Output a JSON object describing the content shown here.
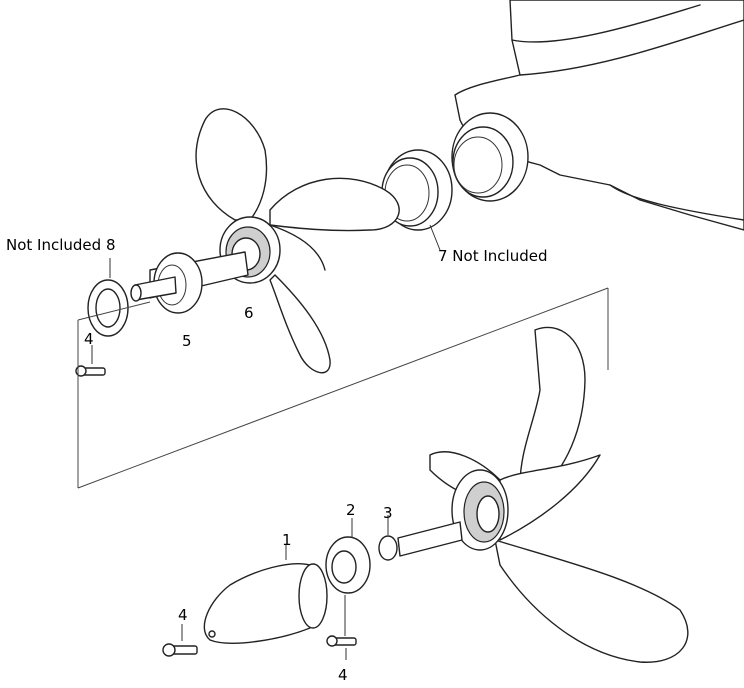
{
  "callouts": {
    "not_included_8": "Not Included 8",
    "not_included_7": "7 Not Included",
    "label_4_top": "4",
    "label_5": "5",
    "label_6": "6",
    "label_1": "1",
    "label_2": "2",
    "label_3": "3",
    "label_4_bottom_left": "4",
    "label_4_bottom": "4"
  }
}
